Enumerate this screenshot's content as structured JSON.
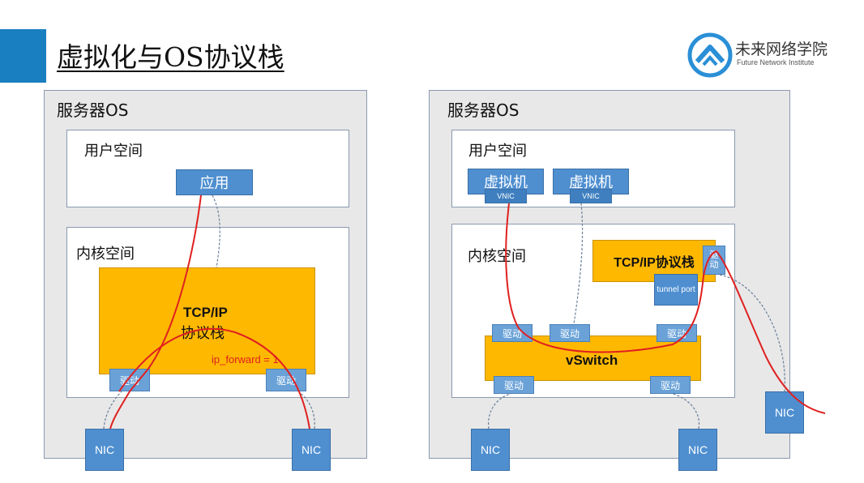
{
  "header": {
    "title": "虚拟化与OS协议栈",
    "logo_cn": "未来网络学院",
    "logo_en": "Future Network Institute"
  },
  "left": {
    "server_label": "服务器OS",
    "user_space_label": "用户空间",
    "app_label": "应用",
    "kernel_space_label": "内核空间",
    "tcp_line1": "TCP/IP",
    "tcp_line2": "协议栈",
    "ip_forward": "ip_forward = 1",
    "driver_left": "驱动",
    "driver_right": "驱动",
    "nic_left": "NIC",
    "nic_right": "NIC"
  },
  "right": {
    "server_label": "服务器OS",
    "user_space_label": "用户空间",
    "vm1_label": "虚拟机",
    "vm2_label": "虚拟机",
    "vnic1": "VNIC",
    "vnic2": "VNIC",
    "kernel_space_label": "内核空间",
    "tcp_label": "TCP/IP协议栈",
    "tcp_driver": "驱动",
    "tunnel_port": "tunnel port",
    "driver_top_1": "驱动",
    "driver_top_2": "驱动",
    "driver_top_3": "驱动",
    "vswitch": "vSwitch",
    "driver_bottom_1": "驱动",
    "driver_bottom_2": "驱动",
    "nic_left": "NIC",
    "nic_right": "NIC",
    "nic_outer": "NIC"
  },
  "colors": {
    "accent": "#1a7fc1",
    "orange": "#ffb800",
    "blue_box": "#4f8fd0",
    "red_path": "#e02020",
    "dashed_path": "#6a7f99"
  }
}
